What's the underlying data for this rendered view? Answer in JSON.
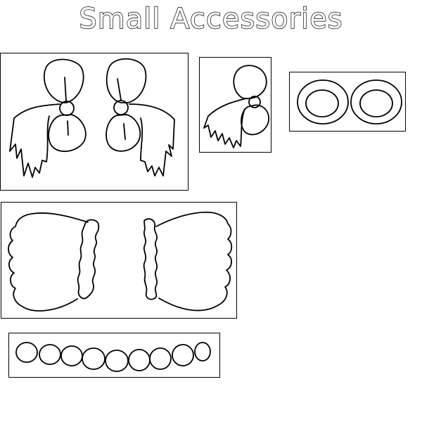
{
  "title": "Small Accessories",
  "stroke_color": "#000000",
  "background_color": "#ffffff",
  "panels": [
    {
      "name": "ribbon-pair-panel",
      "icon": "ribbon-bow-pair-icon"
    },
    {
      "name": "single-ribbon-panel",
      "icon": "single-ribbon-bow-icon"
    },
    {
      "name": "earrings-panel",
      "icon": "ring-earrings-icon"
    },
    {
      "name": "big-bow-panel",
      "icon": "large-bow-icon"
    },
    {
      "name": "bead-necklace-panel",
      "icon": "bead-strand-icon"
    }
  ]
}
